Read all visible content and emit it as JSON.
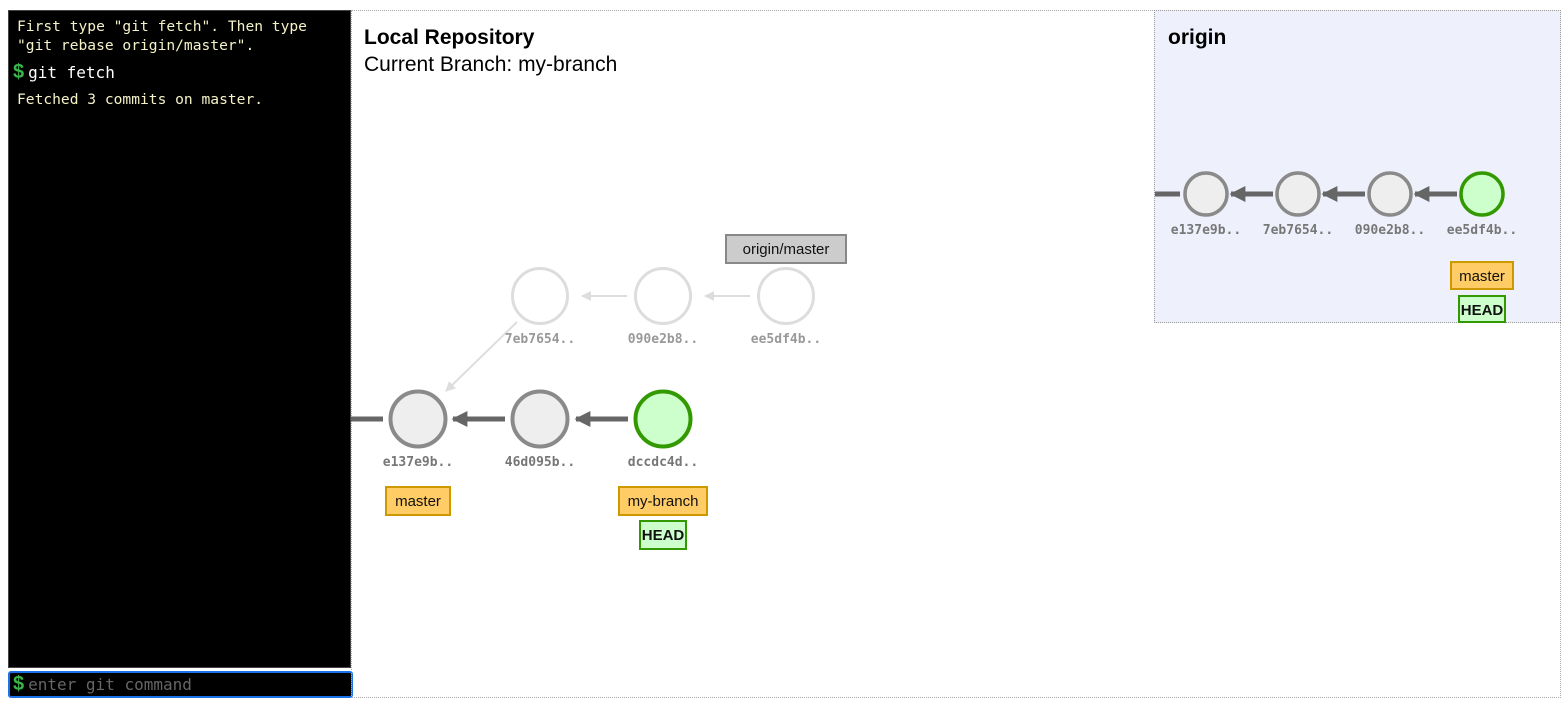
{
  "terminal": {
    "instructions": "First type \"git fetch\". Then type \"git rebase origin/master\".",
    "prompt_symbol": "$",
    "last_command": "git fetch",
    "output": "Fetched 3 commits on master."
  },
  "command_input": {
    "prompt_symbol": "$",
    "placeholder": "enter git command",
    "value": ""
  },
  "local": {
    "title": "Local Repository",
    "current_branch": "Current Branch: my-branch",
    "commits": {
      "c_e137": "e137e9b..",
      "c_46d0": "46d095b..",
      "c_dccd": "dccdc4d..",
      "c_7eb7": "7eb7654..",
      "c_090e": "090e2b8..",
      "c_ee5d": "ee5df4b.."
    },
    "labels": {
      "master": "master",
      "my_branch": "my-branch",
      "head": "HEAD",
      "origin_master": "origin/master"
    }
  },
  "origin": {
    "title": "origin",
    "commits": {
      "c_e137": "e137e9b..",
      "c_7eb7": "7eb7654..",
      "c_090e": "090e2b8..",
      "c_ee5d": "ee5df4b.."
    },
    "labels": {
      "master": "master",
      "head": "HEAD"
    }
  },
  "colors": {
    "commit_fill": "#eeeeee",
    "commit_stroke": "#8a8a8a",
    "head_commit_fill": "#ccffcc",
    "head_commit_stroke": "#339900",
    "branch_label_fill": "#ffcc66",
    "branch_label_stroke": "#cc9900",
    "head_label_fill": "#ccffcc",
    "remote_label_fill": "#cccccc",
    "origin_panel_bg": "#eef0fc"
  }
}
